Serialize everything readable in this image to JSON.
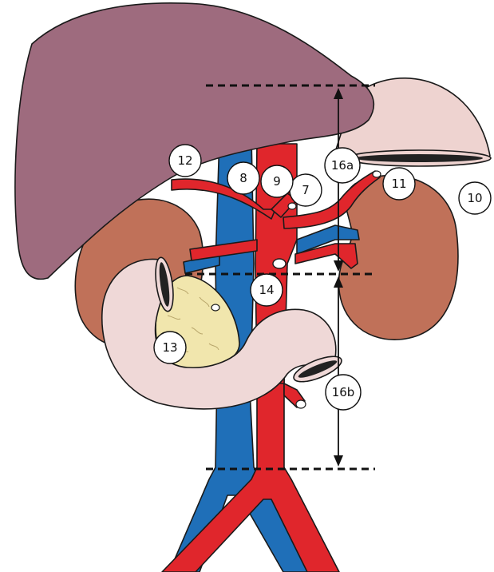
{
  "colors": {
    "liver": "#9e6b7e",
    "stomach": "#eed3d0",
    "kidney": "#c07159",
    "artery": "#e0262c",
    "vein": "#1f6fb8",
    "duodenum": "#efd8d7",
    "pancreas": "#f1e6ad",
    "dashed_marker": "#111111"
  },
  "callouts": [
    {
      "id": "c7",
      "label": "7"
    },
    {
      "id": "c8",
      "label": "8"
    },
    {
      "id": "c9",
      "label": "9"
    },
    {
      "id": "c10",
      "label": "10"
    },
    {
      "id": "c11",
      "label": "11"
    },
    {
      "id": "c12",
      "label": "12"
    },
    {
      "id": "c13",
      "label": "13"
    },
    {
      "id": "c14",
      "label": "14"
    },
    {
      "id": "c16a",
      "label": "16a"
    },
    {
      "id": "c16b",
      "label": "16b"
    }
  ]
}
